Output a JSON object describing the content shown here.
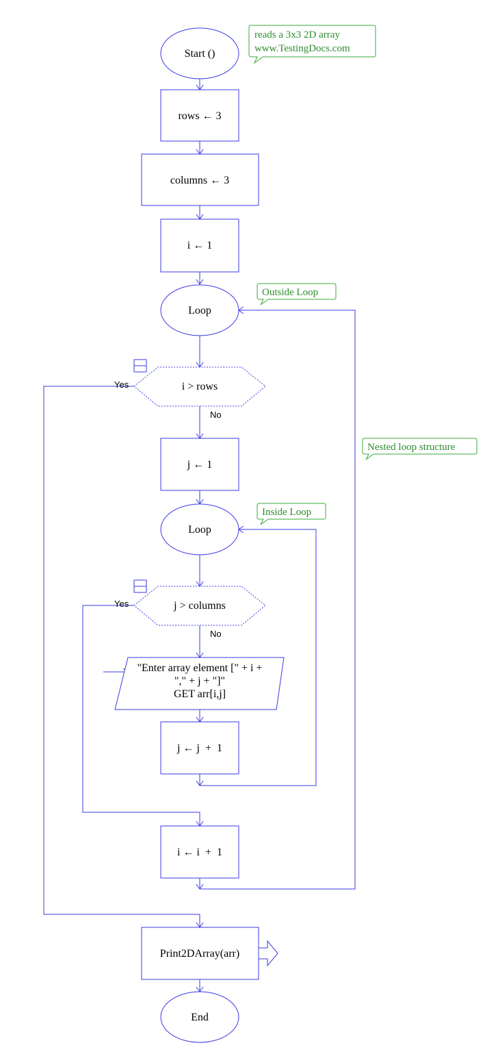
{
  "colors": {
    "line": "#3a3ae6",
    "comment_border": "#3aa83a",
    "comment_text": "#2e8b2e",
    "text": "#000000"
  },
  "nodes": {
    "start": "Start ()",
    "rows_assign": "rows ← 3",
    "columns_assign": "columns ← 3",
    "i_init": "i ← 1",
    "outer_loop": "Loop",
    "outer_condition": "i > rows",
    "j_init": "j ← 1",
    "inner_loop": "Loop",
    "inner_condition": "j > columns",
    "input_line1": "\"Enter array element [\" + i +",
    "input_line2": "\",\" + j + \"]\"",
    "input_line3": "GET arr[i,j]",
    "j_increment": "j ← j  +  1",
    "i_increment": "i ← i  +  1",
    "print_call": "Print2DArray(arr)",
    "end": "End"
  },
  "edge_labels": {
    "outer_yes": "Yes",
    "outer_no": "No",
    "inner_yes": "Yes",
    "inner_no": "No"
  },
  "comments": {
    "header_line1": "reads a 3x3 2D array",
    "header_line2": "www.TestingDocs.com",
    "outside_loop": "Outside Loop",
    "nested_loop": "Nested loop structure",
    "inside_loop": "Inside Loop"
  }
}
